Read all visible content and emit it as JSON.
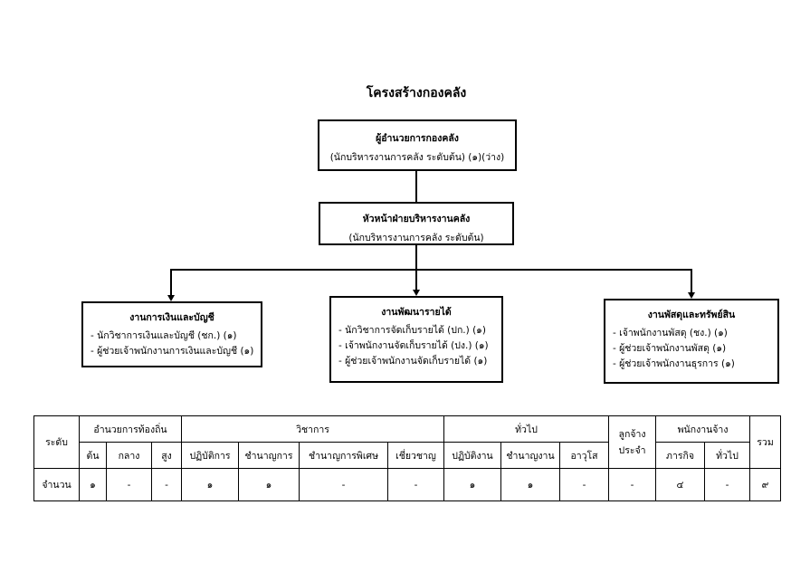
{
  "title": "โครงสร้างกองคลัง",
  "director": {
    "title": "ผู้อำนวยการกองคลัง",
    "subtitle": "(นักบริหารงานการคลัง ระดับต้น) (๑)(ว่าง)"
  },
  "head": {
    "title": "หัวหน้าฝ่ายบริหารงานคลัง",
    "subtitle": "(นักบริหารงานการคลัง ระดับต้น)"
  },
  "units": [
    {
      "title": "งานการเงินและบัญชี",
      "items": [
        "- นักวิชาการเงินและบัญชี (ชก.) (๑)",
        "- ผู้ช่วยเจ้าพนักงานการเงินและบัญชี (๑)"
      ]
    },
    {
      "title": "งานพัฒนารายได้",
      "items": [
        "- นักวิชาการจัดเก็บรายได้ (ปก.) (๑)",
        "- เจ้าพนักงานจัดเก็บรายได้ (ปง.) (๑)",
        "- ผู้ช่วยเจ้าพนักงานจัดเก็บรายได้ (๑)"
      ]
    },
    {
      "title": "งานพัสดุและทรัพย์สิน",
      "items": [
        "- เจ้าพนักงานพัสดุ (ชง.) (๑)",
        "- ผู้ช่วยเจ้าพนักงานพัสดุ (๑)",
        "- ผู้ช่วยเจ้าพนักงานธุรการ (๑)"
      ]
    }
  ],
  "table": {
    "level": "ระดับ",
    "groups": {
      "local_director": "อำนวยการท้องถิ่น",
      "academic": "วิชาการ",
      "general": "ทั่วไป",
      "permanent": "ลูกจ้างประจำ",
      "contract": "พนักงานจ้าง",
      "total": "รวม"
    },
    "sub": [
      "ต้น",
      "กลาง",
      "สูง",
      "ปฏิบัติการ",
      "ชำนาญการ",
      "ชำนาญการพิเศษ",
      "เชี่ยวชาญ",
      "ปฏิบัติงาน",
      "ชำนาญงาน",
      "อาวุโส",
      "ภารกิจ",
      "ทั่วไป"
    ],
    "count_label": "จำนวน",
    "counts": [
      "๑",
      "-",
      "-",
      "๑",
      "๑",
      "-",
      "-",
      "๑",
      "๑",
      "-",
      "-",
      "๔",
      "-",
      "๙"
    ]
  }
}
